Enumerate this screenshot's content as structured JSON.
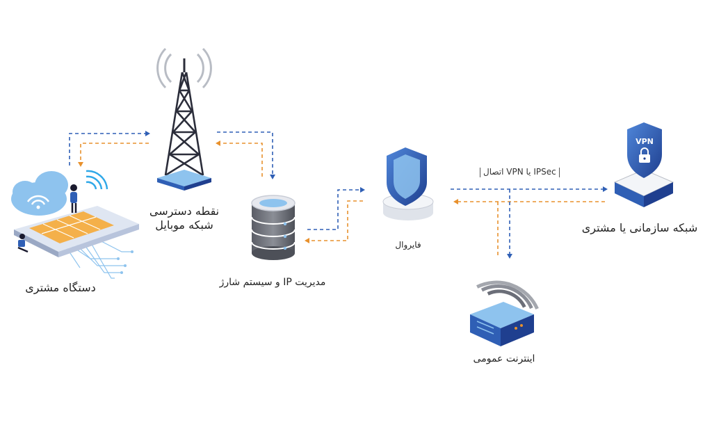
{
  "nodes": {
    "customer_device": {
      "label": "دستگاه مشتری"
    },
    "mobile_access": {
      "label_line1": "نقطه دسترسی",
      "label_line2": "شبکه موبایل"
    },
    "ip_billing": {
      "label": "مدیریت IP و سیستم شارژ"
    },
    "firewall": {
      "label": "فایروال"
    },
    "public_internet": {
      "label": "اینترنت عمومی"
    },
    "enterprise_network": {
      "label": "شبکه سازمانی یا مشتری"
    }
  },
  "connection": {
    "label_ipsec": "IPSec",
    "label_vpn": "یا VPN اتصال"
  },
  "badge": {
    "vpn": "VPN"
  },
  "colors": {
    "blue": "#2f5fb5",
    "orange": "#e8912d",
    "light_blue": "#8ec3ee",
    "dark_blue": "#1f3f8f",
    "sim_orange": "#f4b04a"
  }
}
